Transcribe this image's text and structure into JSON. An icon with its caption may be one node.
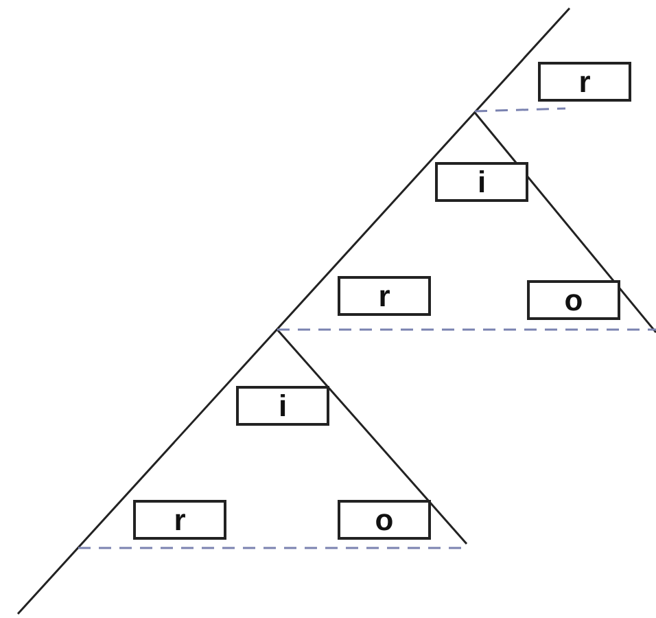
{
  "diagram": {
    "nodes": [
      {
        "text": [
          "r"
        ]
      },
      {
        "text": [
          "i"
        ]
      },
      {
        "text": [
          "r"
        ]
      },
      {
        "text": [
          "o"
        ]
      },
      {
        "text": [
          "i"
        ]
      },
      {
        "text": [
          "r"
        ]
      },
      {
        "text": [
          "o"
        ]
      }
    ]
  }
}
